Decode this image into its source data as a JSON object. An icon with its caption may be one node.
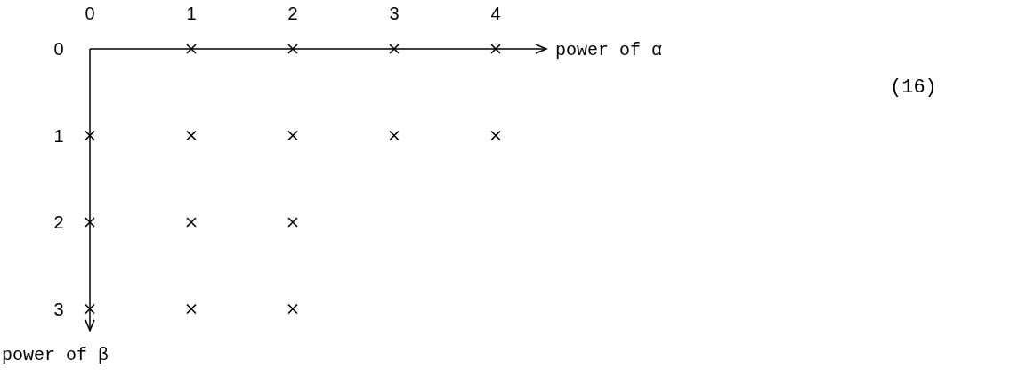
{
  "diagram": {
    "labels": [
      "(16)"
    ],
    "chart_data": {
      "type": "scatter",
      "xlabel": "power of α",
      "ylabel": "power of β",
      "x": [
        1,
        2,
        3,
        4,
        0,
        1,
        2,
        3,
        4,
        0,
        1,
        2,
        0,
        1,
        2
      ],
      "series": [
        {
          "color": "#000000",
          "values": [
            0,
            0,
            0,
            0,
            1,
            1,
            1,
            1,
            1,
            2,
            2,
            2,
            3,
            3,
            3
          ]
        }
      ],
      "xlim": [
        0,
        4.5
      ],
      "ylim": [
        3.25,
        0
      ],
      "xticks": [
        0,
        1,
        2,
        3,
        4
      ],
      "yticks": [
        0,
        1,
        2,
        3
      ]
    }
  }
}
